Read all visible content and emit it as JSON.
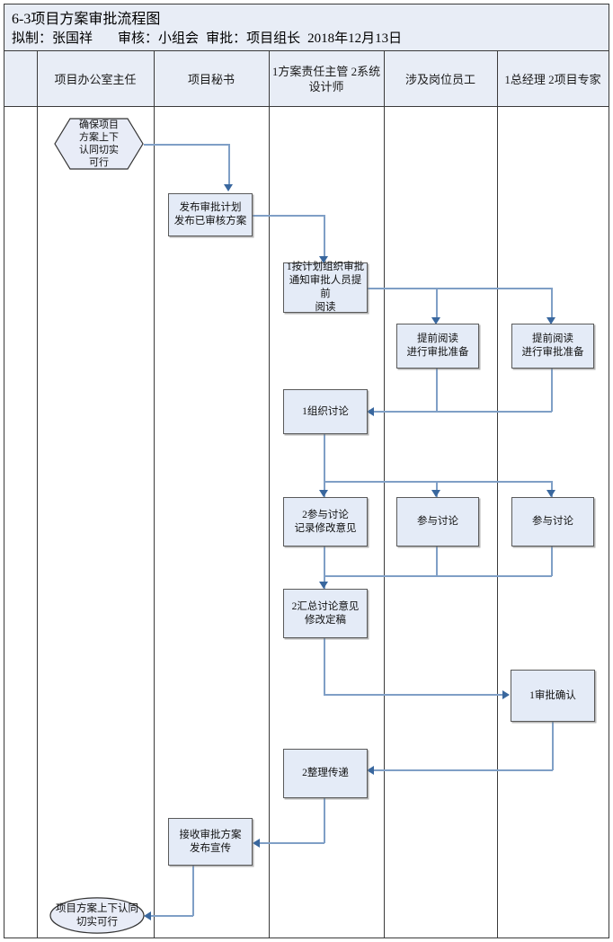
{
  "header": {
    "title": "6-3项目方案审批流程图",
    "prepared_label": "拟制：",
    "prepared_by": "张国祥",
    "reviewed_label": "审核：",
    "reviewed_by": "小组会",
    "approved_label": "审批：",
    "approved_by": "项目组长",
    "date": "2018年12月13日"
  },
  "lanes": [
    {
      "label": ""
    },
    {
      "label": "项目办公室主任"
    },
    {
      "label": "项目秘书"
    },
    {
      "label": "1方案责任主管\n2系统设计师"
    },
    {
      "label": "涉及岗位员工"
    },
    {
      "label": "1总经理\n2项目专家"
    }
  ],
  "nodes": {
    "start": "确保项目\n方案上下\n认同切实\n可行",
    "publish_plan": "发布审批计划\n发布已审核方案",
    "organize_approval": "1按计划组织审批\n通知审批人员提前\n阅读",
    "pre_read_staff": "提前阅读\n进行审批准备",
    "pre_read_mgr": "提前阅读\n进行审批准备",
    "organize_discussion": "1组织讨论",
    "join_discussion_owner": "2参与讨论\n记录修改意见",
    "join_discussion_staff": "参与讨论",
    "join_discussion_mgr": "参与讨论",
    "summarize": "2汇总讨论意见\n修改定稿",
    "approve_confirm": "1审批确认",
    "organize_deliver": "2整理传递",
    "receive_publish": "接收审批方案\n发布宣传",
    "end": "项目方案上下认同\n切实可行"
  },
  "colors": {
    "node_fill": "#e4ebf7",
    "node_border": "#5a5a5a",
    "connector": "#7f9fc6",
    "arrow": "#39679e",
    "header_fill": "#e8edf6",
    "frame": "#3a3a3a"
  }
}
